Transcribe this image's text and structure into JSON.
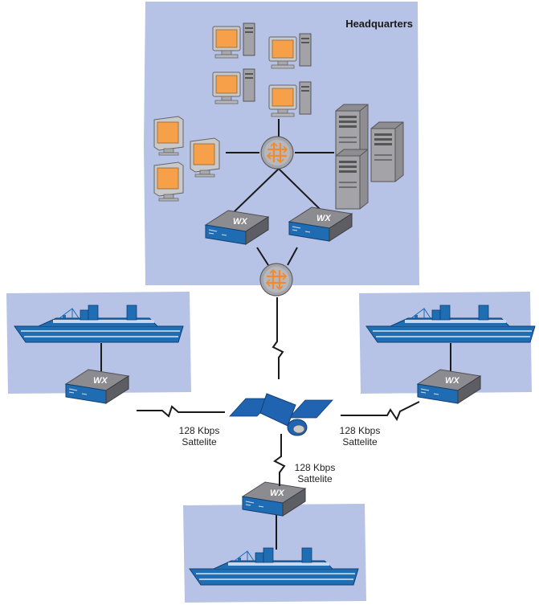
{
  "headquarters": {
    "title": "Headquarters"
  },
  "devices": {
    "wx_label": "WX"
  },
  "links": [
    {
      "speed": "128 Kbps",
      "medium": "Sattelite"
    },
    {
      "speed": "128 Kbps",
      "medium": "Sattelite"
    },
    {
      "speed": "128 Kbps",
      "medium": "Sattelite"
    }
  ],
  "colors": {
    "site_background": "#b7c3e6",
    "ship_hull": "#1f6db3",
    "monitor_screen": "#f5a04a",
    "device_body": "#8f8f94",
    "satellite": "#1f63b1"
  }
}
